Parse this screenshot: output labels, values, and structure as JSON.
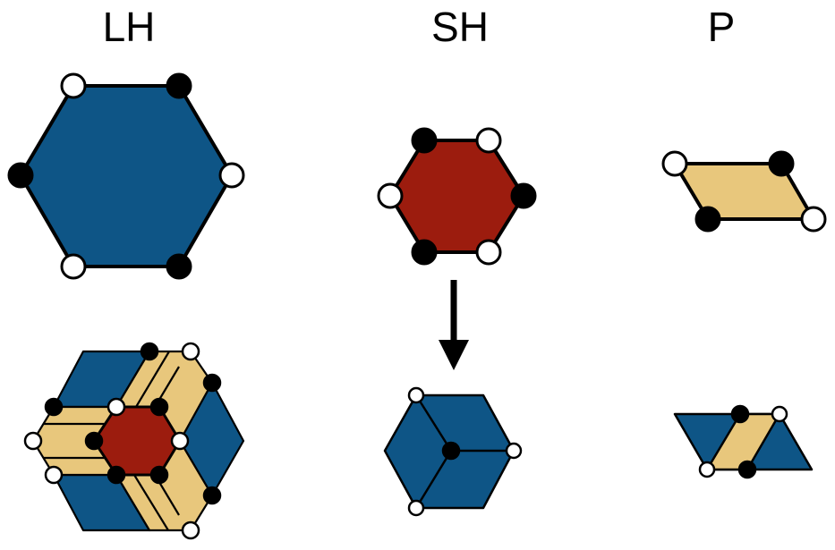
{
  "labels": {
    "lh": "LH",
    "sh": "SH",
    "p": "P"
  },
  "colors": {
    "blue": "#0e5586",
    "red": "#9c1c0e",
    "tan": "#e8c77c",
    "outline": "#000000",
    "dot_black": "#000000",
    "dot_white": "#ffffff"
  }
}
